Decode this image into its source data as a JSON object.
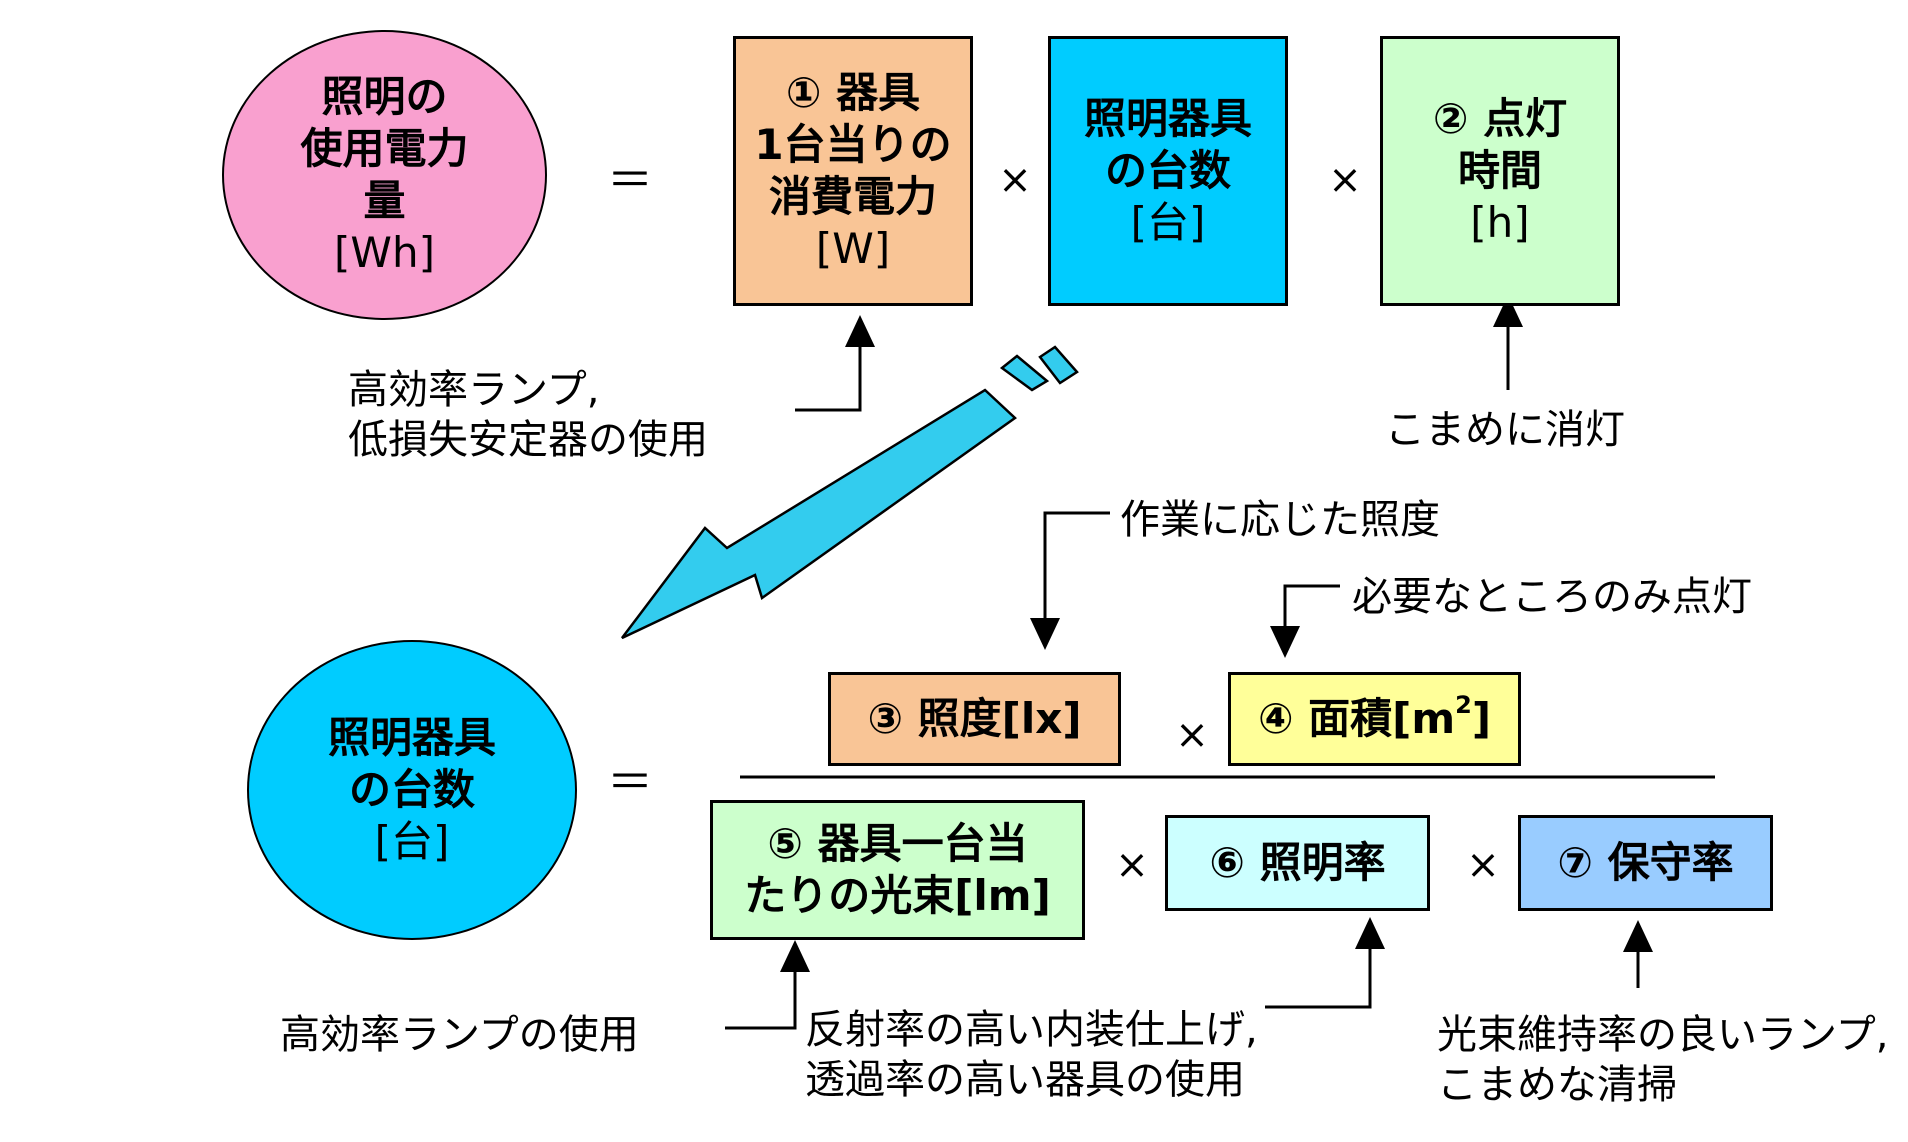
{
  "colors": {
    "pink": "#F9A0CF",
    "orange": "#F9C596",
    "cyan": "#00CCFF",
    "light_green": "#CCFFCC",
    "yellow": "#FFFF99",
    "light_cyan": "#CCFFFF",
    "blue_gray": "#99CCFF",
    "arrow_fill": "#33CCEE"
  },
  "top": {
    "lhs": {
      "line1": "照明の",
      "line2": "使用電力",
      "line3": "量",
      "unit": "[Wh]"
    },
    "equals": "＝",
    "term1": {
      "line1": "① 器具",
      "line2": "1台当りの",
      "line3": "消費電力",
      "unit": "[W]"
    },
    "times1": "×",
    "term2": {
      "line1": "照明器具",
      "line2": "の台数",
      "unit": "[台]"
    },
    "times2": "×",
    "term3": {
      "line1": "② 点灯",
      "line2": "時間",
      "unit": "[h]"
    },
    "note_left": {
      "line1": "高効率ランプ,",
      "line2": "低損失安定器の使用"
    },
    "note_right": "こまめに消灯"
  },
  "bottom": {
    "lhs": {
      "line1": "照明器具",
      "line2": "の台数",
      "unit": "[台]"
    },
    "equals": "＝",
    "num1": {
      "label": "③ 照度[lx]"
    },
    "times_num": "×",
    "num2": {
      "label": "④ 面積[m",
      "sup": "2",
      "close": "]"
    },
    "den1": {
      "line1": "⑤ 器具一台当",
      "line2": "たりの光束[lm]"
    },
    "times_den1": "×",
    "den2": {
      "label": "⑥ 照明率"
    },
    "times_den2": "×",
    "den3": {
      "label": "⑦ 保守率"
    },
    "note_illuminance": "作業に応じた照度",
    "note_area": "必要なところのみ点灯",
    "note_flux": "高効率ランプの使用",
    "note_util": {
      "line1": "反射率の高い内装仕上げ,",
      "line2": "透過率の高い器具の使用"
    },
    "note_maint": {
      "line1": "光束維持率の良いランプ,",
      "line2": "こまめな清掃"
    }
  }
}
